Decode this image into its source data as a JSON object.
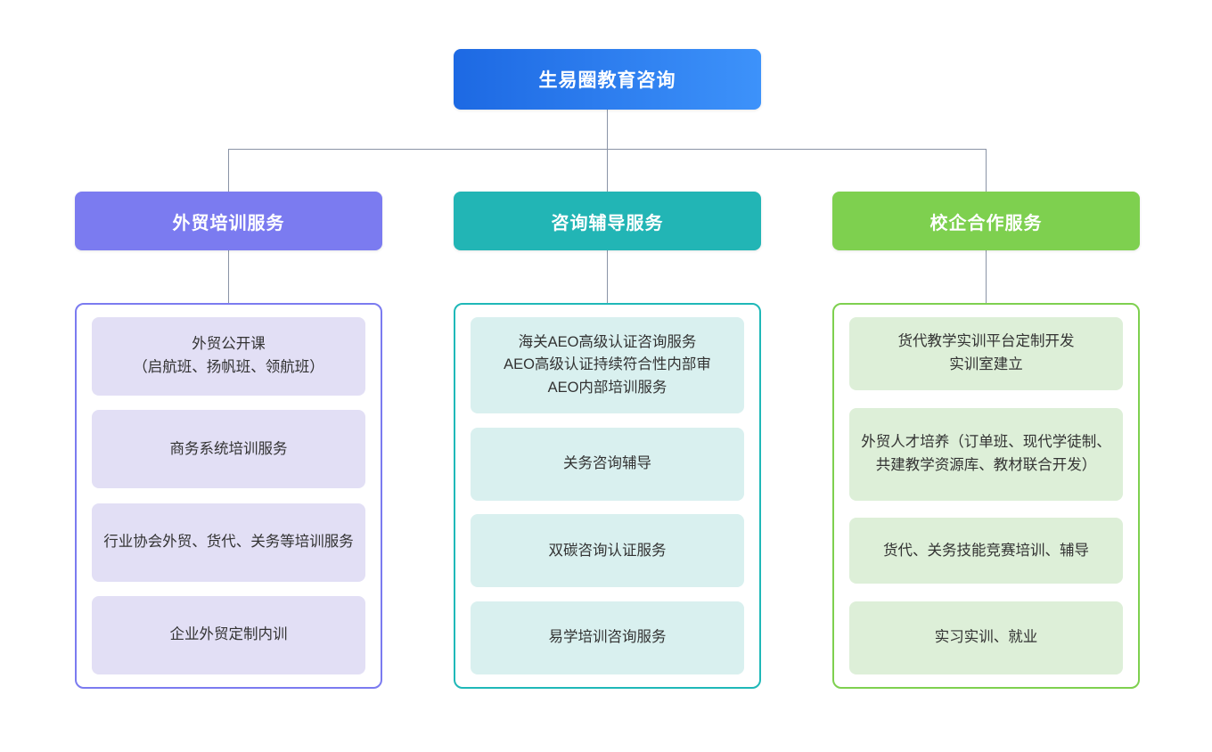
{
  "diagram": {
    "type": "org-chart",
    "root": {
      "label": "生易圈教育咨询",
      "color_start": "#1d69e3",
      "color_end": "#3d92fa"
    },
    "branches": [
      {
        "header": "外贸培训服务",
        "accent": "#7b7bf0",
        "card_bg": "#e2dff5",
        "items": [
          {
            "text": "外贸公开课\n（启航班、扬帆班、领航班）"
          },
          {
            "text": "商务系统培训服务"
          },
          {
            "text": "行业协会外贸、货代、关务等培训服务"
          },
          {
            "text": "企业外贸定制内训"
          }
        ]
      },
      {
        "header": "咨询辅导服务",
        "accent": "#22b5b5",
        "card_bg": "#d9f0ef",
        "items": [
          {
            "text": "海关AEO高级认证咨询服务\nAEO高级认证持续符合性内部审\nAEO内部培训服务"
          },
          {
            "text": "关务咨询辅导"
          },
          {
            "text": "双碳咨询认证服务"
          },
          {
            "text": "易学培训咨询服务"
          }
        ]
      },
      {
        "header": "校企合作服务",
        "accent": "#7ed04f",
        "card_bg": "#ddefd8",
        "items": [
          {
            "text": "货代教学实训平台定制开发\n实训室建立"
          },
          {
            "text": "外贸人才培养（订单班、现代学徒制、共建教学资源库、教材联合开发）"
          },
          {
            "text": "货代、关务技能竞赛培训、辅导"
          },
          {
            "text": "实习实训、就业"
          }
        ]
      }
    ],
    "connector_color": "#8a94a6"
  }
}
